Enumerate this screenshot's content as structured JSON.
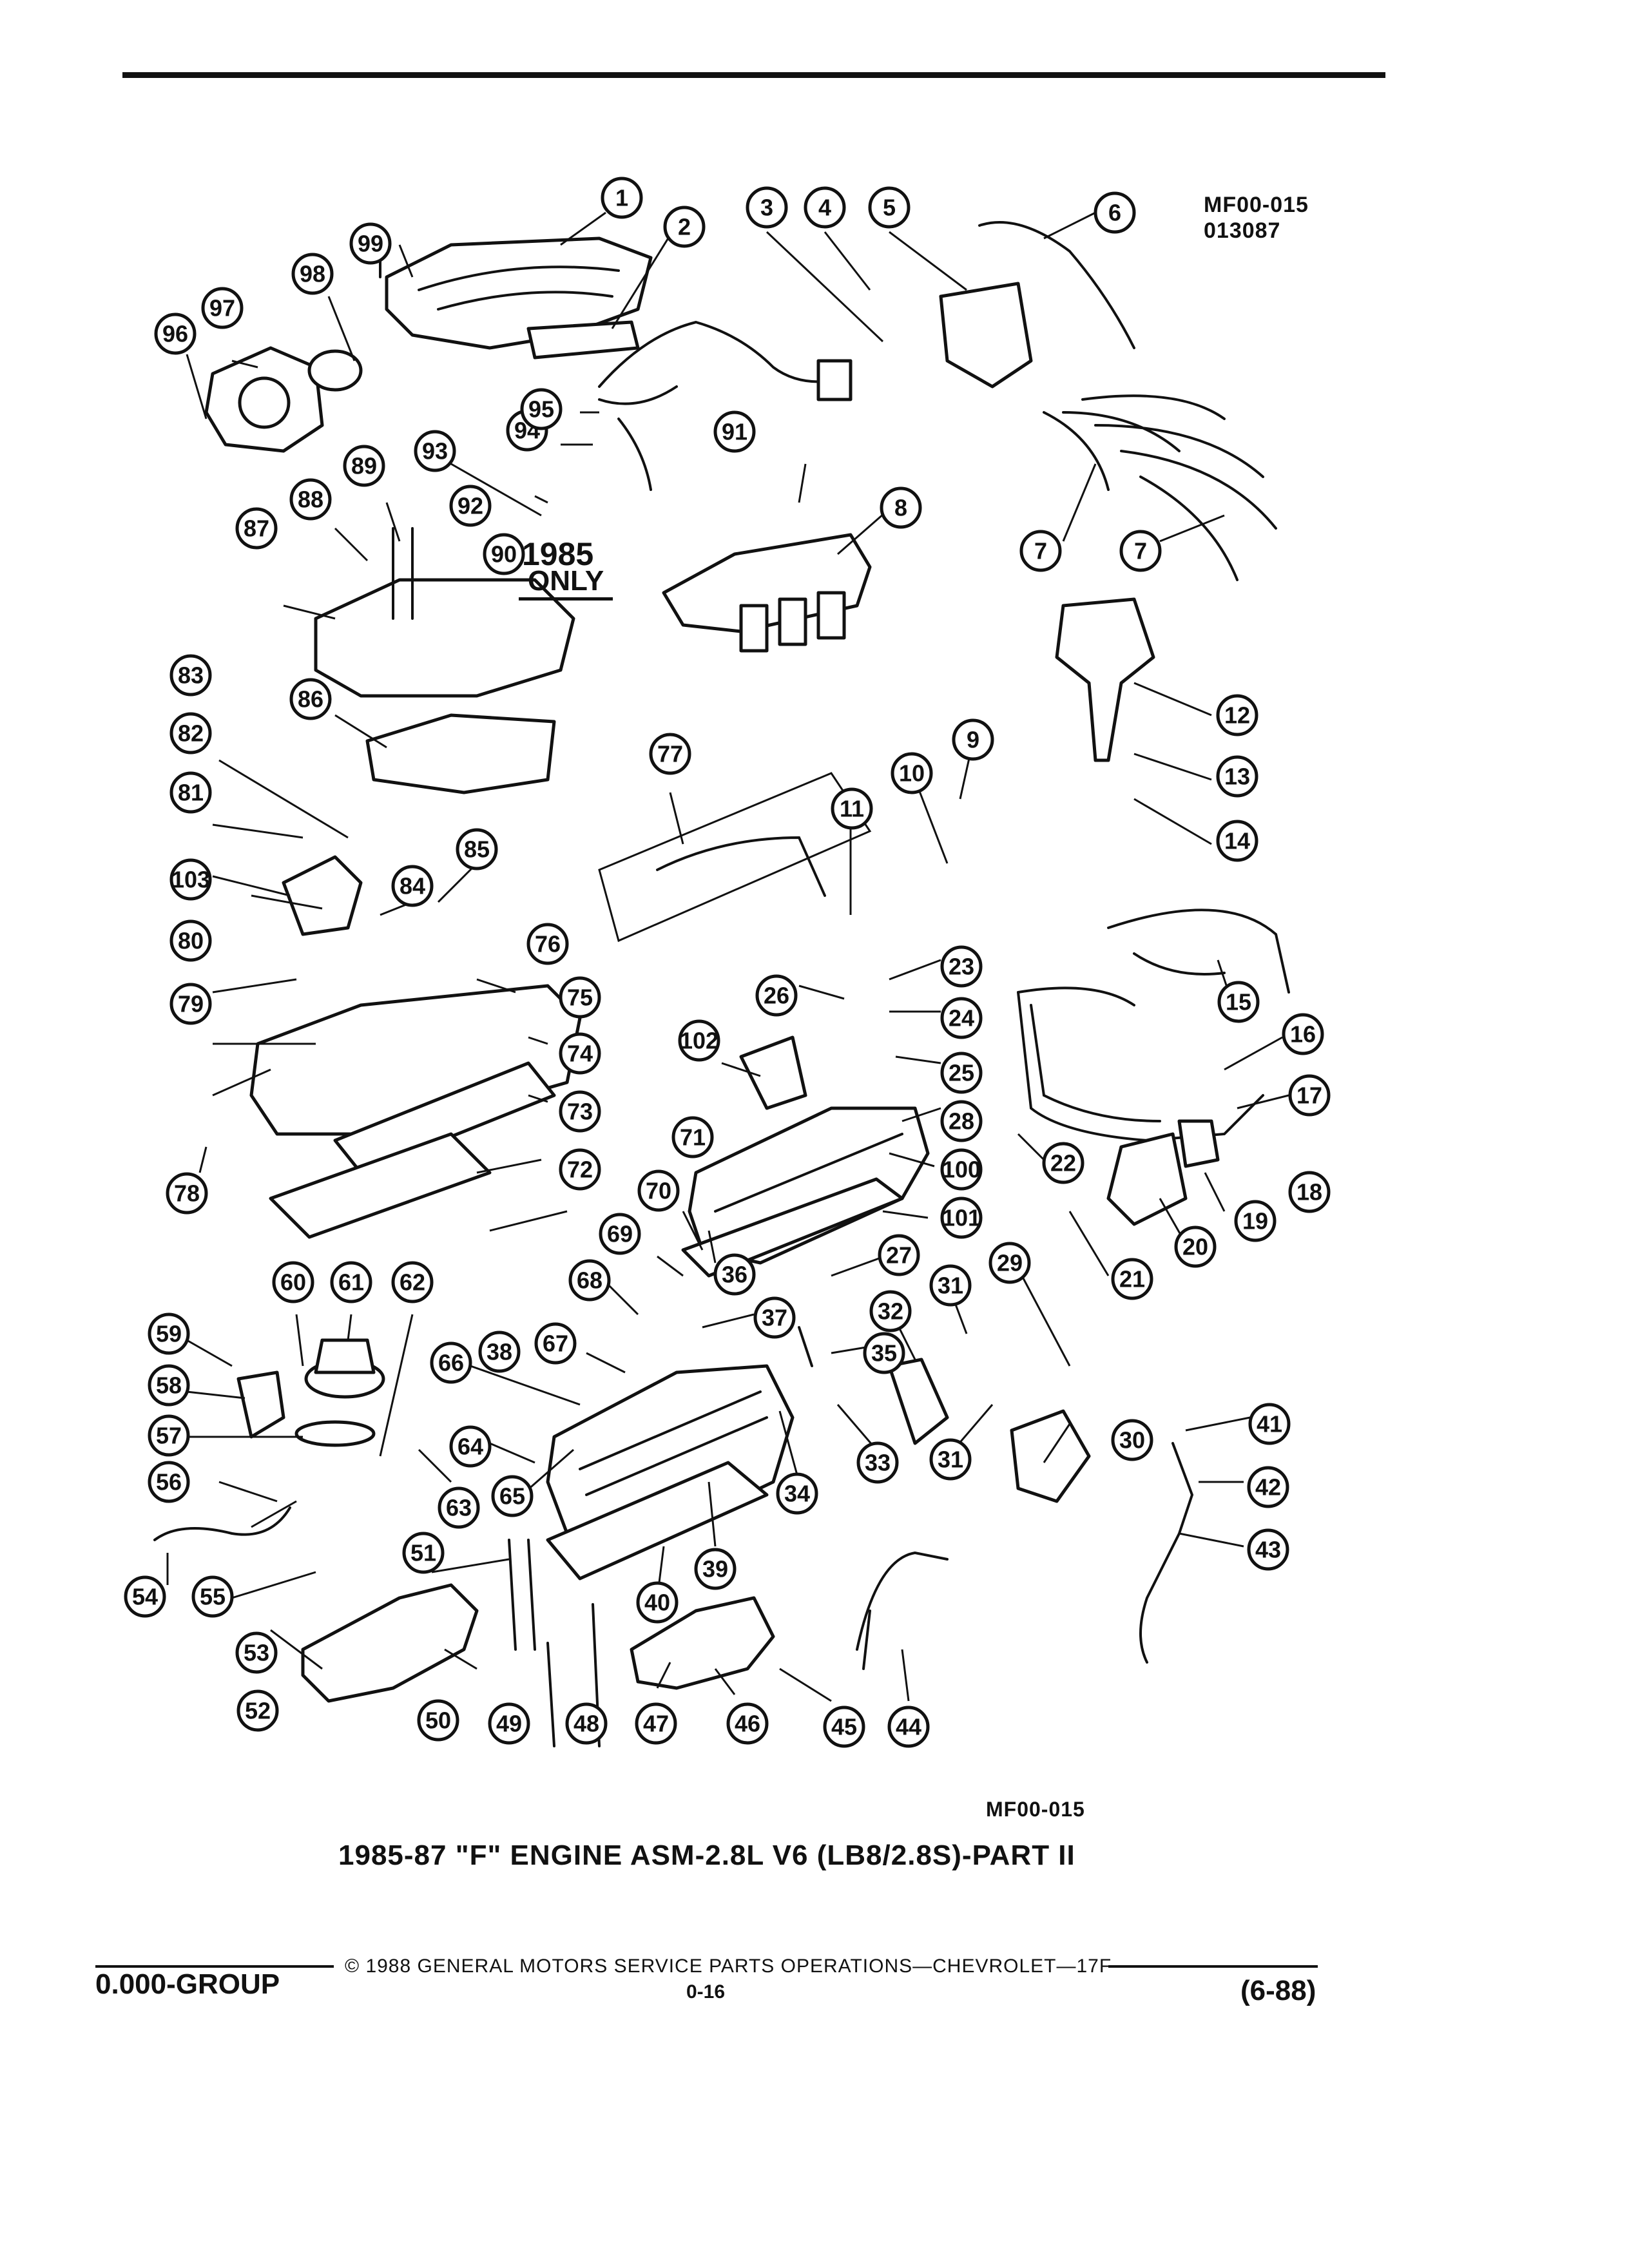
{
  "header": {
    "figure_ref_line1": "MF00-015",
    "figure_ref_line2": "013087"
  },
  "diagram": {
    "note_line1": "1985",
    "note_line2": "ONLY",
    "callouts": [
      {
        "label": "1"
      },
      {
        "label": "2"
      },
      {
        "label": "3"
      },
      {
        "label": "4"
      },
      {
        "label": "5"
      },
      {
        "label": "6"
      },
      {
        "label": "7"
      },
      {
        "label": "7"
      },
      {
        "label": "8"
      },
      {
        "label": "9"
      },
      {
        "label": "10"
      },
      {
        "label": "11"
      },
      {
        "label": "12"
      },
      {
        "label": "13"
      },
      {
        "label": "14"
      },
      {
        "label": "15"
      },
      {
        "label": "16"
      },
      {
        "label": "17"
      },
      {
        "label": "18"
      },
      {
        "label": "19"
      },
      {
        "label": "20"
      },
      {
        "label": "21"
      },
      {
        "label": "22"
      },
      {
        "label": "23"
      },
      {
        "label": "24"
      },
      {
        "label": "25"
      },
      {
        "label": "26"
      },
      {
        "label": "27"
      },
      {
        "label": "28"
      },
      {
        "label": "29"
      },
      {
        "label": "30"
      },
      {
        "label": "31"
      },
      {
        "label": "31"
      },
      {
        "label": "32"
      },
      {
        "label": "33"
      },
      {
        "label": "34"
      },
      {
        "label": "35"
      },
      {
        "label": "36"
      },
      {
        "label": "37"
      },
      {
        "label": "38"
      },
      {
        "label": "39"
      },
      {
        "label": "40"
      },
      {
        "label": "41"
      },
      {
        "label": "42"
      },
      {
        "label": "43"
      },
      {
        "label": "44"
      },
      {
        "label": "45"
      },
      {
        "label": "46"
      },
      {
        "label": "47"
      },
      {
        "label": "48"
      },
      {
        "label": "49"
      },
      {
        "label": "50"
      },
      {
        "label": "51"
      },
      {
        "label": "52"
      },
      {
        "label": "53"
      },
      {
        "label": "54"
      },
      {
        "label": "55"
      },
      {
        "label": "56"
      },
      {
        "label": "57"
      },
      {
        "label": "58"
      },
      {
        "label": "59"
      },
      {
        "label": "60"
      },
      {
        "label": "61"
      },
      {
        "label": "62"
      },
      {
        "label": "63"
      },
      {
        "label": "64"
      },
      {
        "label": "65"
      },
      {
        "label": "66"
      },
      {
        "label": "67"
      },
      {
        "label": "68"
      },
      {
        "label": "69"
      },
      {
        "label": "70"
      },
      {
        "label": "71"
      },
      {
        "label": "72"
      },
      {
        "label": "73"
      },
      {
        "label": "74"
      },
      {
        "label": "75"
      },
      {
        "label": "76"
      },
      {
        "label": "77"
      },
      {
        "label": "78"
      },
      {
        "label": "79"
      },
      {
        "label": "80"
      },
      {
        "label": "81"
      },
      {
        "label": "82"
      },
      {
        "label": "83"
      },
      {
        "label": "84"
      },
      {
        "label": "85"
      },
      {
        "label": "86"
      },
      {
        "label": "87"
      },
      {
        "label": "88"
      },
      {
        "label": "89"
      },
      {
        "label": "90"
      },
      {
        "label": "91"
      },
      {
        "label": "92"
      },
      {
        "label": "93"
      },
      {
        "label": "94"
      },
      {
        "label": "95"
      },
      {
        "label": "96"
      },
      {
        "label": "97"
      },
      {
        "label": "98"
      },
      {
        "label": "99"
      },
      {
        "label": "100"
      },
      {
        "label": "101"
      },
      {
        "label": "102"
      },
      {
        "label": "103"
      }
    ]
  },
  "caption": {
    "figure_code": "MF00-015",
    "title": "1985-87 \"F\" ENGINE ASM-2.8L V6 (LB8/2.8S)-PART II"
  },
  "footer": {
    "group": "0.000-GROUP",
    "copyright": "© 1988 GENERAL MOTORS SERVICE PARTS OPERATIONS—CHEVROLET—17F",
    "page": "0-16",
    "revision": "(6-88)"
  }
}
